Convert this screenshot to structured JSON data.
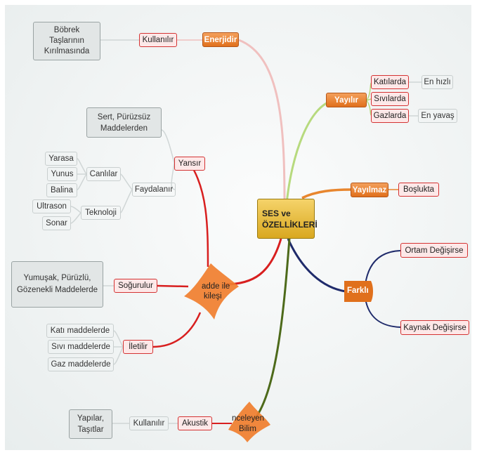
{
  "center": {
    "line1": "SES ve",
    "line2": "ÖZELLİKLERİ"
  },
  "right": {
    "enerjidir": "Enerjidir",
    "kullanilir_top": "Kullanılır",
    "bobrek_lines": [
      "Böbrek",
      "Taşlarının",
      "Kırılmasında"
    ],
    "yayilir": "Yayılır",
    "katilarda": "Katılarda",
    "sivilarda": "Sıvılarda",
    "gazlarda": "Gazlarda",
    "en_hizli": "En hızlı",
    "en_yavas": "En yavaş",
    "yayilmaz": "Yayılmaz",
    "boslukta": "Boşlukta",
    "farkli": "Farklı",
    "ortam": "Ortam Değişirse",
    "kaynak": "Kaynak Değişirse"
  },
  "left": {
    "madde_ile": "adde ile",
    "etkilesim": "kileşi",
    "yansir": "Yansır",
    "sert_lines": [
      "Sert, Pürüzsüz",
      "Maddelerden"
    ],
    "faydalanir": "Faydalanır",
    "canlilar": "Canlılar",
    "yarasa": "Yarasa",
    "yunus": "Yunus",
    "balina": "Balina",
    "teknoloji": "Teknoloji",
    "ultrason": "Ultrason",
    "sonar": "Sonar",
    "sogurulur": "Soğurulur",
    "yumusak_lines": [
      "Yumuşak, Pürüzlü,",
      "Gözenekli  Maddelerde"
    ],
    "iletilir": "İletilir",
    "kati_madde": "Katı maddelerde",
    "sivi_madde": "Sıvı maddelerde",
    "gaz_madde": "Gaz maddelerde",
    "inceleyen": "nceleyen",
    "bilim": "Bilim",
    "akustik": "Akustik",
    "kullanilir_bottom": "Kullanılır",
    "yapilar_lines": [
      "Yapılar,",
      "Taşıtlar"
    ]
  },
  "colors": {
    "energy_branch": "#f0c0bf",
    "spread_branch": "#b7da7e",
    "vacuum_branch": "#e8862e",
    "diff_branch": "#1f2b6b",
    "matter_branch": "#d81f1f",
    "science_branch": "#4d6a1a",
    "orange_node": "#e0701c",
    "center_node": "#e2b533"
  }
}
